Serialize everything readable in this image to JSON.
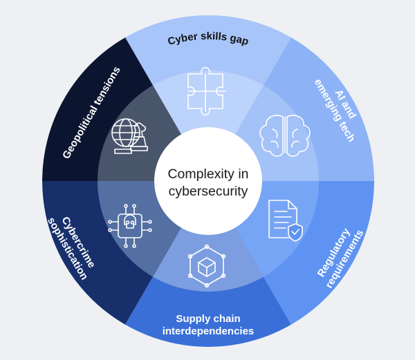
{
  "center": {
    "line1": "Complexity in",
    "line2": "cybersecurity"
  },
  "segments": [
    {
      "id": "cyber-skills-gap",
      "lines": [
        "Cyber skills gap"
      ],
      "icon": "puzzle-icon",
      "outer_color": "#a7c5f8",
      "inner_color": "#bcd3fb",
      "label_color": "#111111"
    },
    {
      "id": "ai-emerging-tech",
      "lines": [
        "AI and",
        "emerging tech"
      ],
      "icon": "brain-icon",
      "outer_color": "#8db3f6",
      "inner_color": "#a3c2f8",
      "label_color": "#ffffff"
    },
    {
      "id": "regulatory-requirements",
      "lines": [
        "Regulatory",
        "requirements"
      ],
      "icon": "document-shield-icon",
      "outer_color": "#5e93f2",
      "inner_color": "#77a5f5",
      "label_color": "#ffffff"
    },
    {
      "id": "supply-chain",
      "lines": [
        "Supply chain",
        "interdependencies"
      ],
      "icon": "network-box-icon",
      "outer_color": "#3a6fd8",
      "inner_color": "#7c9ddf",
      "label_color": "#ffffff"
    },
    {
      "id": "cybercrime",
      "lines": [
        "Cybercrime",
        "sophistication"
      ],
      "icon": "skull-chip-icon",
      "outer_color": "#17306b",
      "inner_color": "#5470a3",
      "label_color": "#ffffff"
    },
    {
      "id": "geopolitical",
      "lines": [
        "Geopolitical tensions"
      ],
      "icon": "globe-chess-icon",
      "outer_color": "#0b1530",
      "inner_color": "#49556b",
      "label_color": "#ffffff"
    }
  ]
}
